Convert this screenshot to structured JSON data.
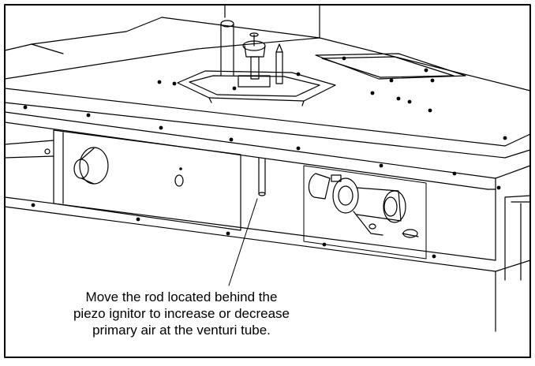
{
  "callout": {
    "line1": "Move the rod located behind the",
    "line2": "piezo ignitor to increase or decrease",
    "line3": "primary air at the venturi tube."
  }
}
